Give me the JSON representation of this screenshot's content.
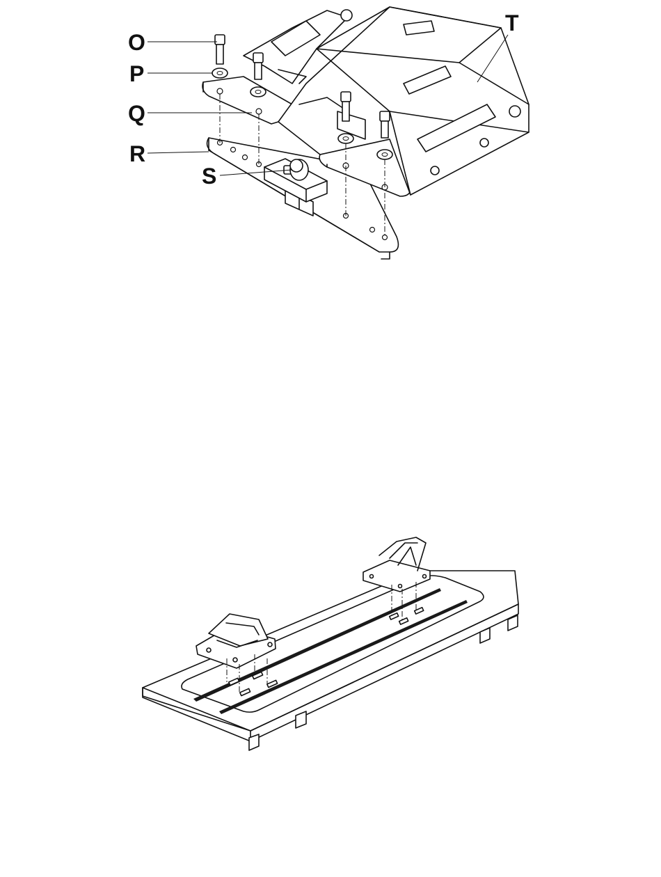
{
  "labels": {
    "o": "O",
    "p": "P",
    "q": "Q",
    "r": "R",
    "s": "S",
    "t": "T"
  }
}
